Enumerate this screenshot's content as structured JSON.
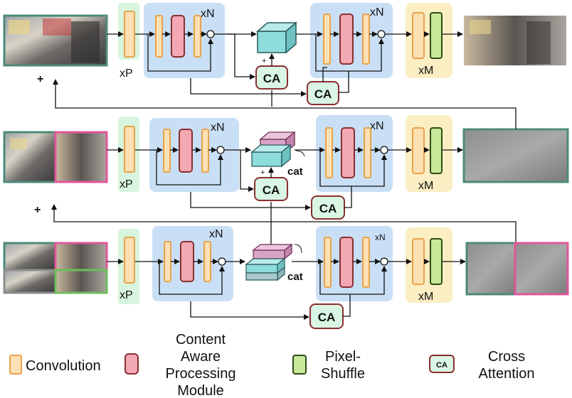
{
  "labels": {
    "xN": "xN",
    "xP": "xP",
    "xM": "xM",
    "ca": "CA",
    "cat": "cat",
    "plus": "+"
  },
  "legend": {
    "convolution": "Convolution",
    "content_aware_line1": "Content",
    "content_aware_line2": "Aware",
    "content_aware_line3": "Processing",
    "content_aware_line4": "Module",
    "pixel_shuffle_line1": "Pixel-",
    "pixel_shuffle_line2": "Shuffle",
    "ca_icon": "CA",
    "cross_attention_line1": "Cross",
    "cross_attention_line2": "Attention"
  },
  "colors": {
    "conv_fill": "#fde0b4",
    "conv_stroke": "#e8a34a",
    "capm_fill": "#f3a9b3",
    "capm_stroke": "#8a2f2f",
    "ps_fill": "#c8e89a",
    "ps_stroke": "#2e4d14",
    "ca_fill": "#d9f5e4",
    "ca_stroke": "#8a2f2f",
    "block_blue": "#c9dff5",
    "block_green": "#d8f5df",
    "block_yellow": "#fbeec3",
    "frame_teal": "#4c8a7a",
    "frame_pink": "#e2559a",
    "frame_green": "#6bbf5b",
    "cube_cyan": "#8fdcdc",
    "cube_pink": "#d8a4c6"
  }
}
